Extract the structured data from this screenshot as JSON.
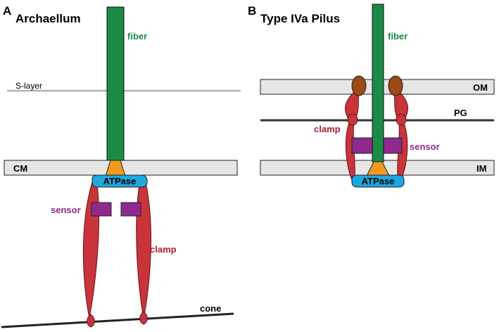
{
  "panel_a": {
    "letter": "A",
    "title": "Archaellum",
    "fiber": "fiber",
    "s_layer": "S-layer",
    "cm": "CM",
    "atpase": "ATPase",
    "sensor": "sensor",
    "clamp": "clamp",
    "cone": "cone"
  },
  "panel_b": {
    "letter": "B",
    "title": "Type IVa Pilus",
    "fiber": "fiber",
    "om": "OM",
    "pg": "PG",
    "im": "IM",
    "clamp": "clamp",
    "sensor": "sensor",
    "atpase": "ATPase"
  },
  "colors": {
    "fiber": "#1a8a44",
    "clamp": "#c8343a",
    "clamp_dark": "#8a1a22",
    "sensor": "#8e2a8e",
    "atpase": "#1ea7e0",
    "atpase_cone": "#f39a1e",
    "membrane": "#e6e6e6",
    "brown": "#9a4a12",
    "s_layer": "#b0b0b0"
  }
}
